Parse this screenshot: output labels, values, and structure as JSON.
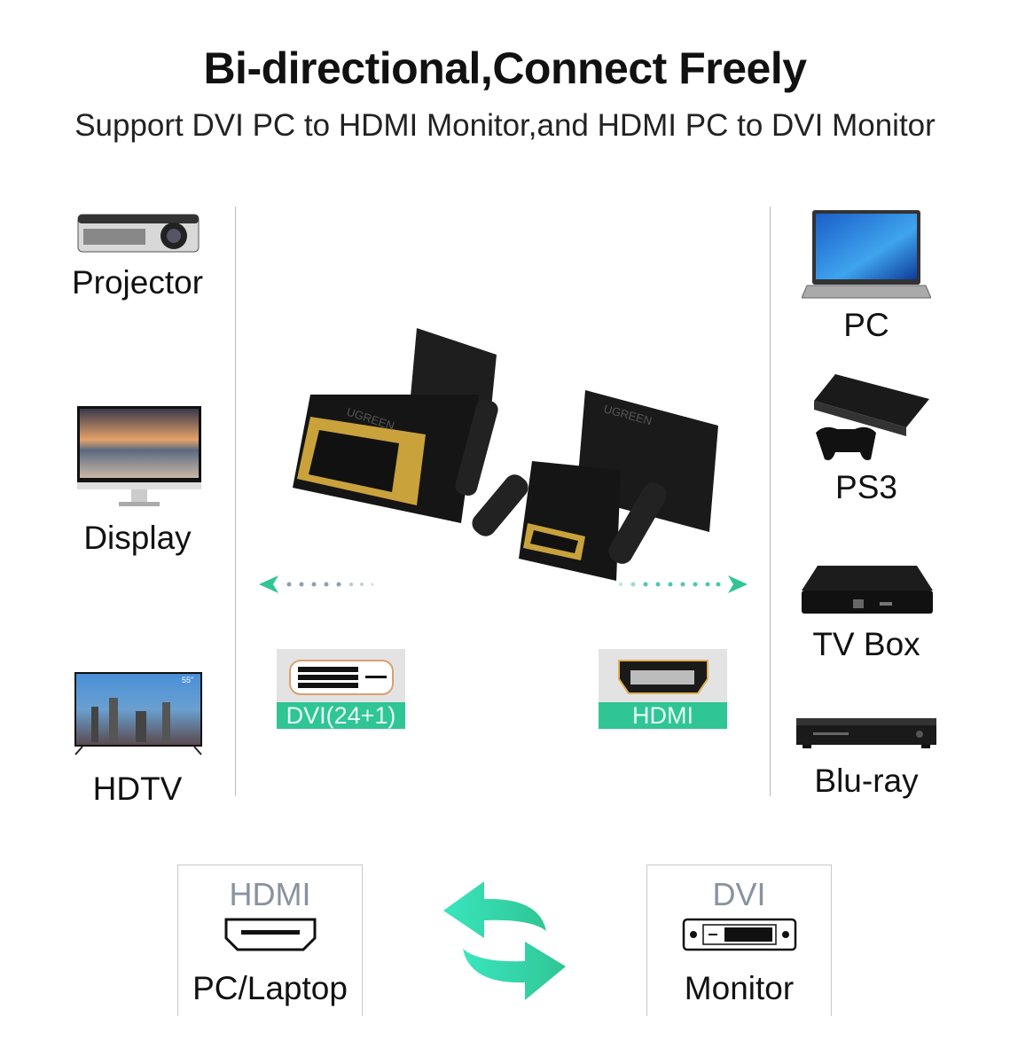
{
  "header": {
    "title": "Bi-directional,Connect Freely",
    "subtitle": "Support DVI PC to HDMI Monitor,and HDMI PC to DVI Monitor"
  },
  "left_devices": [
    {
      "label": "Projector",
      "icon": "projector-icon"
    },
    {
      "label": "Display",
      "icon": "display-icon"
    },
    {
      "label": "HDTV",
      "icon": "hdtv-icon",
      "badge": "55\""
    }
  ],
  "right_devices": [
    {
      "label": "PC",
      "icon": "laptop-icon"
    },
    {
      "label": "PS3",
      "icon": "ps3-icon"
    },
    {
      "label": "TV Box",
      "icon": "tv-box-icon"
    },
    {
      "label": "Blu-ray",
      "icon": "blu-ray-icon"
    }
  ],
  "adapter": {
    "brand": "UGREEN"
  },
  "ports": {
    "dvi": "DVI(24+1)",
    "hdmi": "HDMI"
  },
  "bottom": {
    "left": {
      "port": "HDMI",
      "device": "PC/Laptop"
    },
    "right": {
      "port": "DVI",
      "device": "Monitor"
    }
  },
  "colors": {
    "accent": "#2fc595"
  }
}
